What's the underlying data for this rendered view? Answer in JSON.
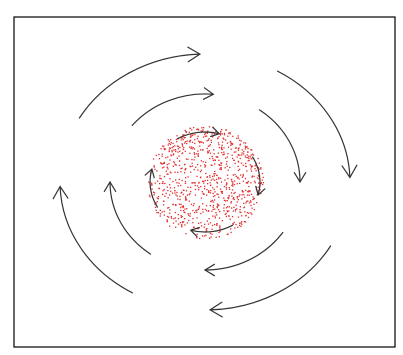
{
  "diagram": {
    "type": "rotation-flow",
    "rotation_direction": "clockwise",
    "frame": {
      "color": "#000000"
    },
    "arrow_color": "#333333",
    "particles": {
      "color": "#e03030",
      "count_estimate": 900
    },
    "rings": [
      {
        "name": "outer",
        "arrow_count": 4
      },
      {
        "name": "middle",
        "arrow_count": 4
      },
      {
        "name": "inner",
        "arrow_count": 4
      }
    ]
  }
}
